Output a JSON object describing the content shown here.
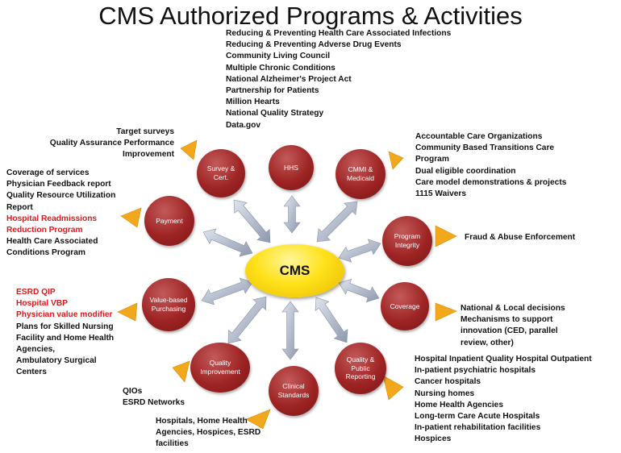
{
  "title": "CMS Authorized Programs & Activities",
  "center": "CMS",
  "colors": {
    "node": "#9e2424",
    "center": "#ffe21a",
    "arrow": "#a9b3c6",
    "pointer": "#f2a81d",
    "highlight": "#e0191b"
  },
  "nodes": {
    "hhs": "HHS",
    "survey": "Survey & Cert.",
    "cmmi": "CMMI & Medicaid",
    "payment": "Payment",
    "integrity": "Program Integrity",
    "vbp": "Value-based Purchasing",
    "coverage": "Coverage",
    "quality_improvement": "Quality Improvement",
    "clinical": "Clinical Standards",
    "reporting": "Quality & Public Reporting"
  },
  "lists": {
    "hhs": [
      "Reducing & Preventing Health Care Associated Infections",
      "Reducing & Preventing Adverse Drug Events",
      "Community Living Council",
      "Multiple Chronic Conditions",
      "National Alzheimer's Project Act",
      "Partnership for Patients",
      "Million Hearts",
      "National Quality Strategy",
      "Data.gov"
    ],
    "survey": [
      "Target surveys",
      "Quality Assurance Performance",
      "Improvement"
    ],
    "cmmi": [
      "Accountable Care Organizations",
      "Community Based Transitions Care",
      "Program",
      "Dual eligible coordination",
      "Care model demonstrations & projects",
      "1115 Waivers"
    ],
    "payment": [
      "Coverage of services",
      "Physician Feedback report",
      "Quality Resource Utilization",
      "Report",
      "Hospital Readmissions",
      "Reduction Program",
      "Health Care Associated",
      "Conditions  Program"
    ],
    "integrity": [
      "Fraud  & Abuse Enforcement"
    ],
    "vbp": [
      "ESRD QIP",
      "Hospital VBP",
      "Physician value modifier",
      "Plans for Skilled Nursing",
      "Facility and Home Health",
      "Agencies,",
      "Ambulatory Surgical",
      "Centers"
    ],
    "coverage": [
      "National & Local decisions",
      "Mechanisms to support",
      "innovation (CED, parallel",
      "review, other)"
    ],
    "quality_improvement": [
      "QIOs",
      "ESRD Networks"
    ],
    "clinical": [
      "Hospitals, Home Health",
      "Agencies, Hospices, ESRD",
      "facilities"
    ],
    "reporting": [
      "Hospital Inpatient  Quality Hospital Outpatient",
      "In-patient psychiatric hospitals",
      "Cancer hospitals",
      "Nursing homes",
      "Home Health Agencies",
      "Long-term Care Acute Hospitals",
      "In-patient rehabilitation facilities",
      "Hospices"
    ]
  }
}
